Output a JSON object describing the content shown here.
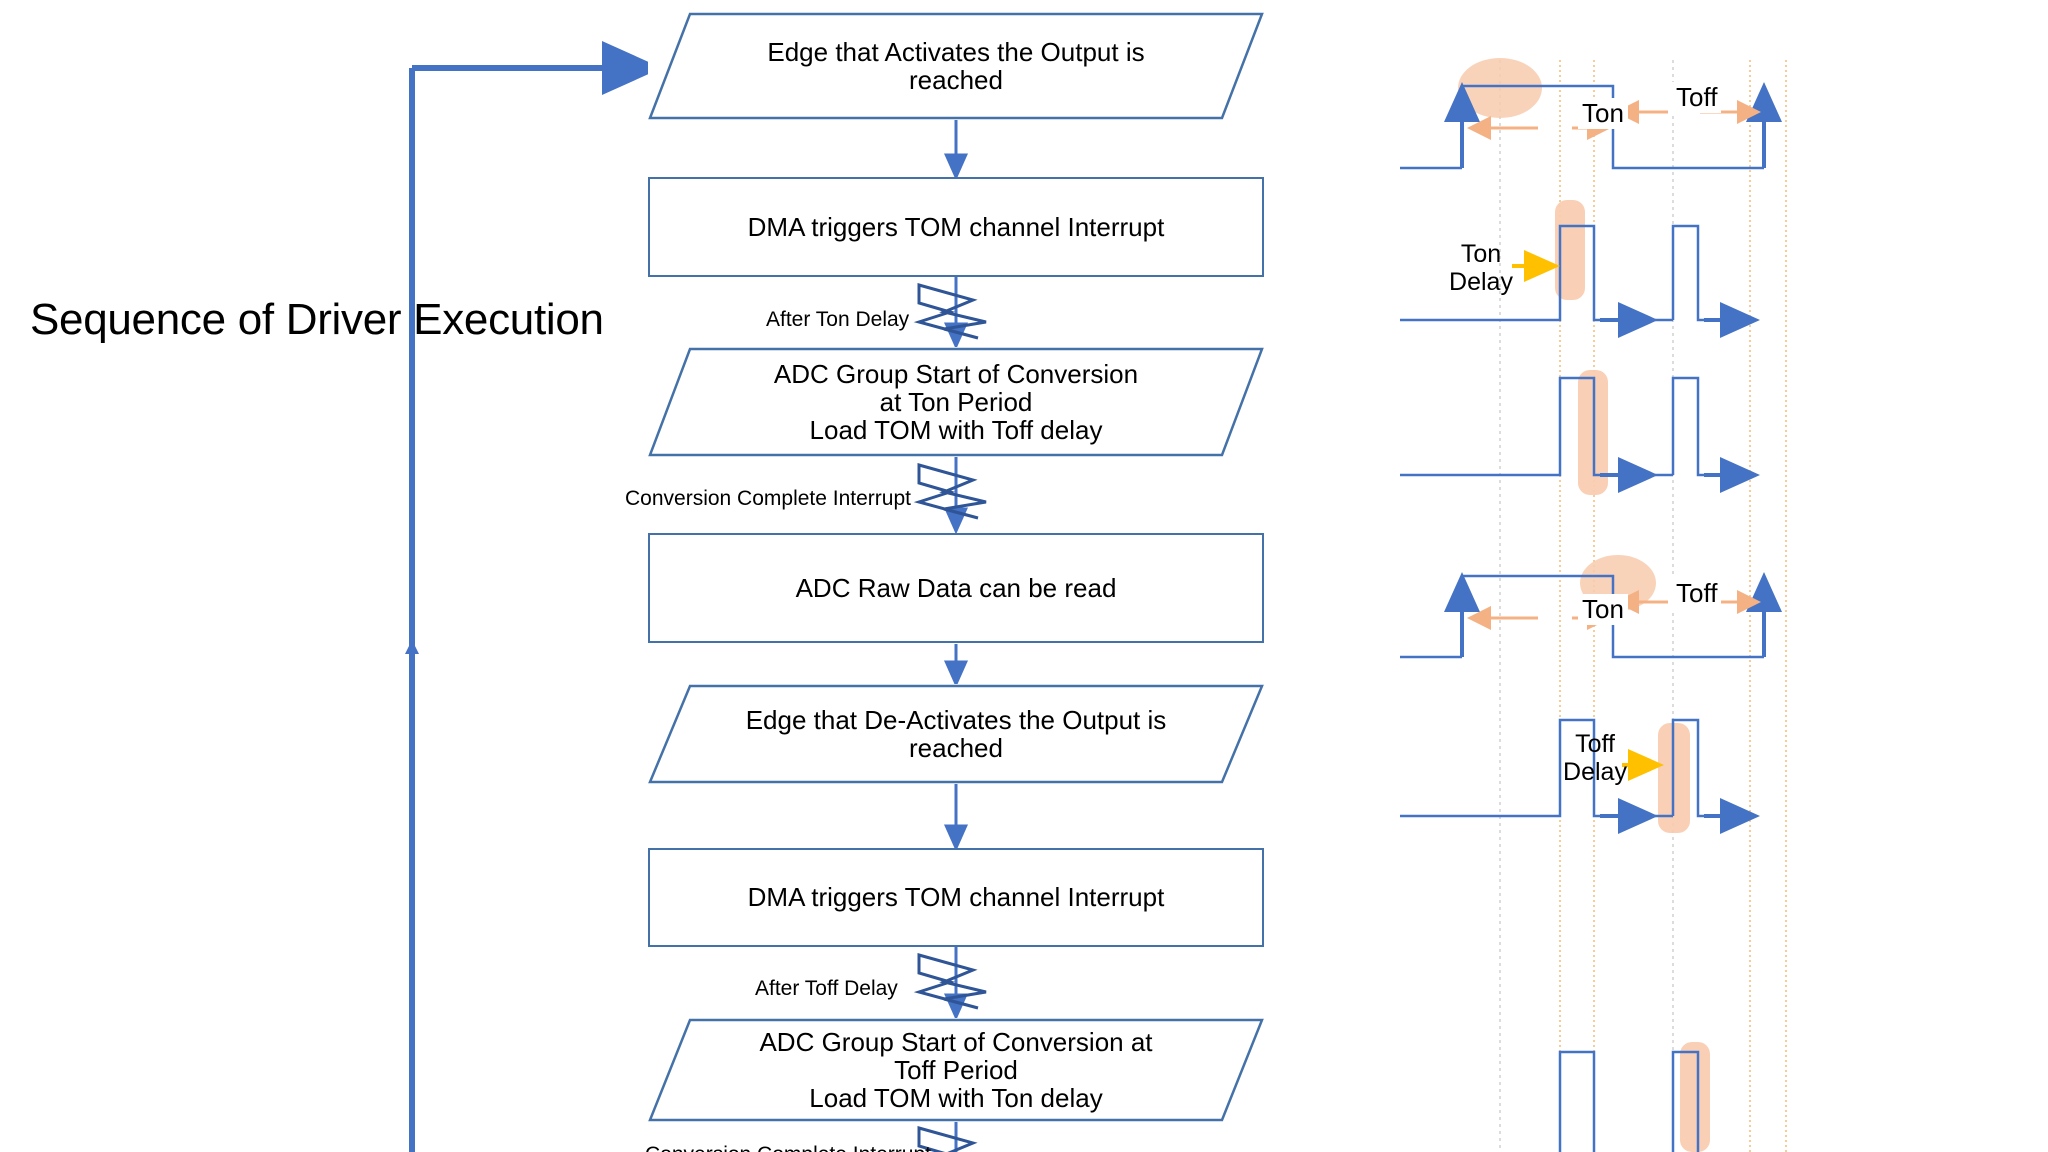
{
  "page_title": "Sequence of Driver Execution",
  "colors": {
    "flow_border": "#4472a8",
    "connector": "#4472c4",
    "waveform_line": "#4472c4",
    "highlight_peach": "#f8cbad",
    "gridline_orange": "#f2b56b",
    "dim_arrow": "#f4b183",
    "delay_arrow_yellow": "#ffc000",
    "text": "#000000"
  },
  "flowchart": {
    "nodes": [
      {
        "id": "n1",
        "shape": "parallelogram",
        "lines": [
          "Edge that Activates the Output is",
          "reached"
        ]
      },
      {
        "id": "n2",
        "shape": "process",
        "lines": [
          "DMA triggers TOM channel Interrupt"
        ]
      },
      {
        "id": "n3",
        "shape": "parallelogram",
        "lines": [
          "ADC Group Start of Conversion",
          "at Ton Period",
          "Load TOM with Toff delay"
        ]
      },
      {
        "id": "n4",
        "shape": "process",
        "lines": [
          "ADC Raw Data can be read"
        ]
      },
      {
        "id": "n5",
        "shape": "parallelogram",
        "lines": [
          "Edge that De-Activates the Output is",
          "reached"
        ]
      },
      {
        "id": "n6",
        "shape": "process",
        "lines": [
          "DMA triggers TOM channel Interrupt"
        ]
      },
      {
        "id": "n7",
        "shape": "parallelogram",
        "lines": [
          "ADC Group Start of Conversion at",
          "Toff Period",
          "Load TOM with Ton delay"
        ]
      }
    ],
    "edge_labels": [
      {
        "id": "e1",
        "text": "After Ton Delay",
        "icon": "lightning-bolt-icon"
      },
      {
        "id": "e2",
        "text": "Conversion Complete Interrupt",
        "icon": "lightning-bolt-icon"
      },
      {
        "id": "e3",
        "text": "After Toff Delay",
        "icon": "lightning-bolt-icon"
      },
      {
        "id": "e4",
        "text": "Conversion Complete Interrupt",
        "icon": "lightning-bolt-icon"
      }
    ],
    "feedback_arrow": "loop-back-to-first-node"
  },
  "waveforms": {
    "rows": [
      {
        "id": "w1",
        "type": "pwm-period",
        "labels": [
          "Ton",
          "Toff"
        ],
        "highlight": "ellipse-on-rising-edge",
        "dimension_arrows": [
          "Ton",
          "Toff"
        ]
      },
      {
        "id": "w2",
        "type": "adc-trigger-pulses",
        "labels": [
          "Ton",
          "Delay"
        ],
        "label_text": "Ton Delay",
        "highlight": "band-on-first-pulse",
        "arrow": "yellow-pointer"
      },
      {
        "id": "w3",
        "type": "adc-conversion-pulses",
        "labels": [],
        "highlight": "band-on-first-pulse-falling-edge"
      },
      {
        "id": "w4",
        "type": "pwm-period",
        "labels": [
          "Ton",
          "Toff"
        ],
        "highlight": "ellipse-on-falling-edge",
        "dimension_arrows": [
          "Ton",
          "Toff"
        ]
      },
      {
        "id": "w5",
        "type": "adc-trigger-pulses",
        "labels": [
          "Toff",
          "Delay"
        ],
        "label_text": "Toff Delay",
        "highlight": "band-on-second-pulse",
        "arrow": "yellow-pointer"
      },
      {
        "id": "w6",
        "type": "adc-conversion-pulses-partial",
        "labels": [],
        "highlight": "band-partial"
      }
    ]
  }
}
